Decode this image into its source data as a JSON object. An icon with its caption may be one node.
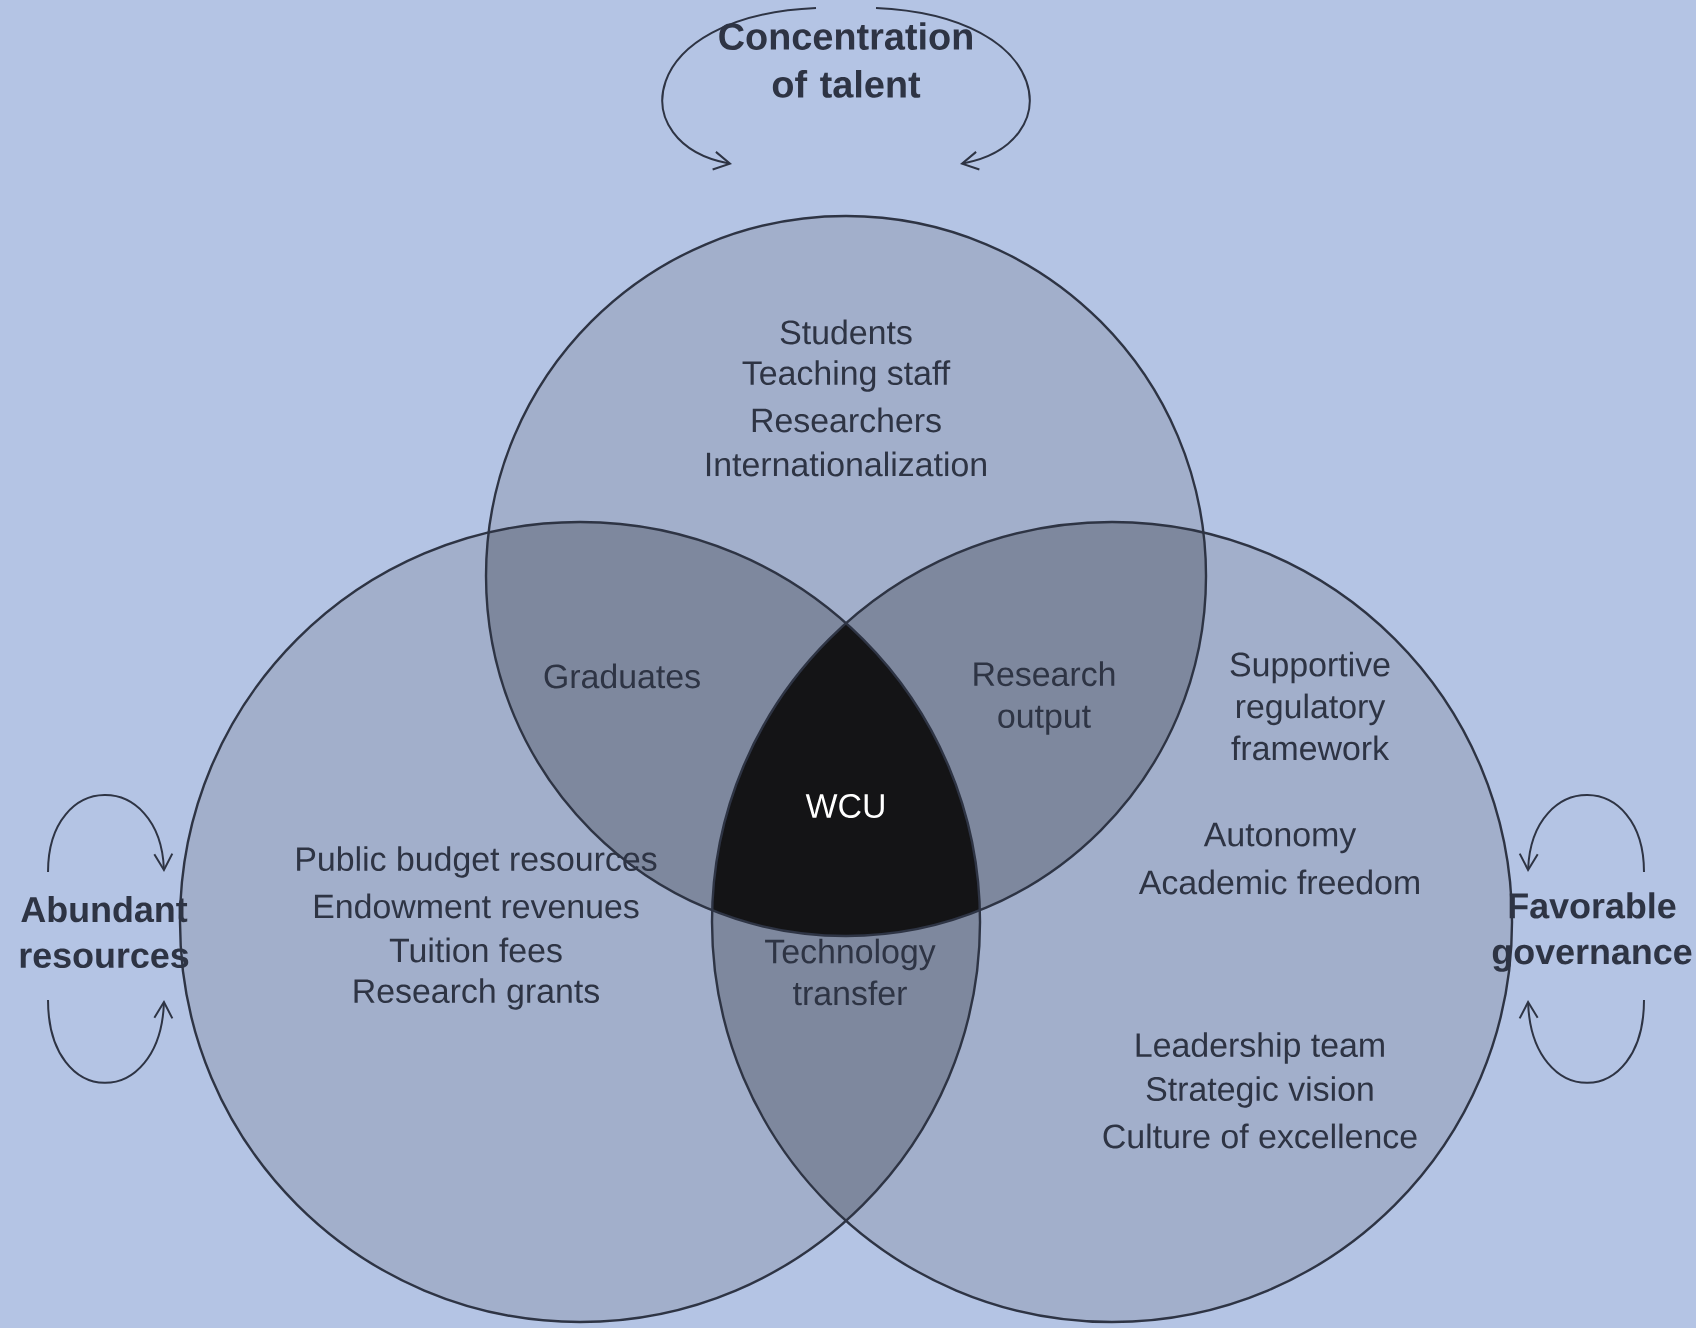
{
  "diagram": {
    "nodes": [
      {
        "text": [
          "Students",
          "Teaching staff",
          "Researchers",
          "Internationalization"
        ]
      },
      {
        "text": [
          "Public budget resources",
          "Endowment revenues",
          "Tuition fees",
          "Research grants"
        ]
      },
      {
        "text": [
          "Supportive regulatory framework",
          "Autonomy",
          "Academic freedom",
          "Leadership team",
          "Strategic vision",
          "Culture of excellence"
        ]
      },
      {
        "text": [
          "Graduates"
        ]
      },
      {
        "text": [
          "Research output"
        ]
      },
      {
        "text": [
          "WCU"
        ]
      },
      {
        "text": [
          "Technology transfer"
        ]
      }
    ],
    "labels": [
      "Concentration of talent",
      "Abundant resources",
      "Favorable governance"
    ]
  }
}
